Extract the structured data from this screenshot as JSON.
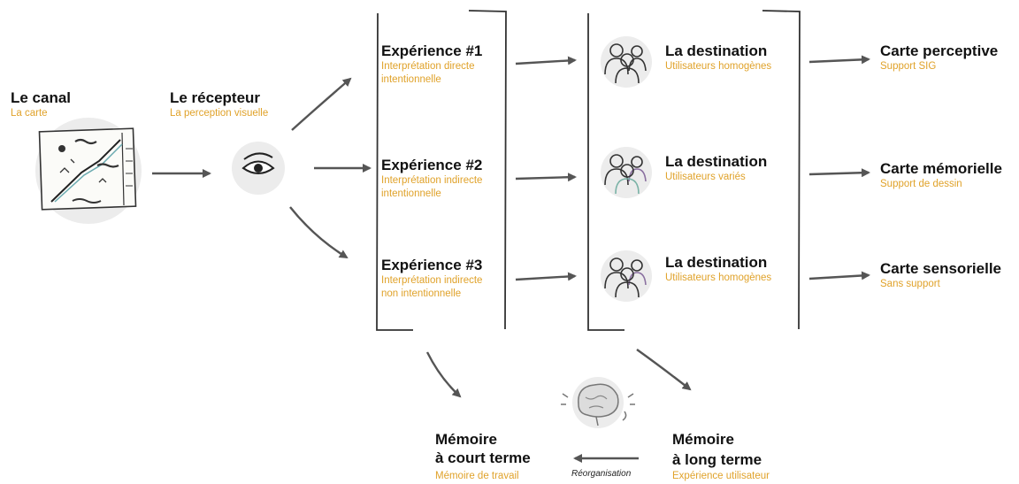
{
  "colors": {
    "title": "#111111",
    "subtitle": "#e0a22a",
    "arrow": "#555555",
    "circle": "#ececec"
  },
  "canal": {
    "title": "Le canal",
    "subtitle": "La carte"
  },
  "recepteur": {
    "title": "Le récepteur",
    "subtitle": "La perception visuelle"
  },
  "experiences": [
    {
      "title": "Expérience #1",
      "line1": "Interprétation directe",
      "line2": "intentionnelle"
    },
    {
      "title": "Expérience #2",
      "line1": "Interprétation indirecte",
      "line2": "intentionnelle"
    },
    {
      "title": "Expérience #3",
      "line1": "Interprétation indirecte",
      "line2": "non intentionnelle"
    }
  ],
  "destinations": [
    {
      "title": "La destination",
      "subtitle": "Utilisateurs homogènes"
    },
    {
      "title": "La destination",
      "subtitle": "Utilisateurs variés"
    },
    {
      "title": "La destination",
      "subtitle": "Utilisateurs homogènes"
    }
  ],
  "cartes": [
    {
      "title": "Carte perceptive",
      "subtitle": "Support SIG"
    },
    {
      "title": "Carte mémorielle",
      "subtitle": "Support de dessin"
    },
    {
      "title": "Carte sensorielle",
      "subtitle": "Sans support"
    }
  ],
  "memoire_court": {
    "line1": "Mémoire",
    "line2": "à court terme",
    "subtitle": "Mémoire de travail"
  },
  "memoire_long": {
    "line1": "Mémoire",
    "line2": "à long terme",
    "subtitle": "Expérience utilisateur"
  },
  "reorganisation": "Réorganisation",
  "icons": [
    "map-icon",
    "eye-icon",
    "users-icon",
    "brain-icon",
    "arrow-icon"
  ]
}
